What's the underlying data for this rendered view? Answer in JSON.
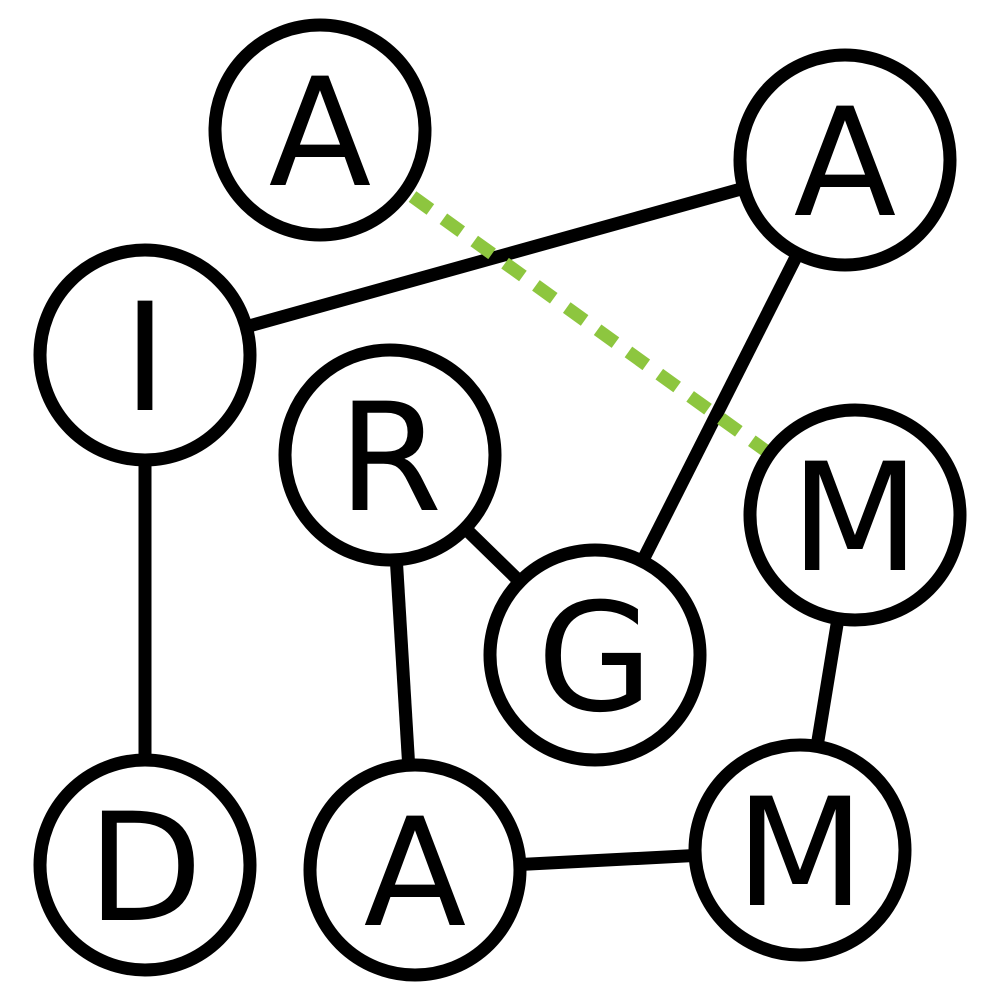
{
  "diagram": {
    "type": "graph",
    "colors": {
      "node_stroke": "#000000",
      "node_fill": "#ffffff",
      "edge": "#000000",
      "highlight_edge": "#8dc63f"
    },
    "nodes": [
      {
        "id": "n1",
        "label": "A"
      },
      {
        "id": "n2",
        "label": "A"
      },
      {
        "id": "n3",
        "label": "I"
      },
      {
        "id": "n4",
        "label": "R"
      },
      {
        "id": "n5",
        "label": "M"
      },
      {
        "id": "n6",
        "label": "G"
      },
      {
        "id": "n7",
        "label": "D"
      },
      {
        "id": "n8",
        "label": "A"
      },
      {
        "id": "n9",
        "label": "M"
      }
    ],
    "edges": [
      {
        "from": "n3",
        "to": "n2",
        "style": "solid"
      },
      {
        "from": "n2",
        "to": "n6",
        "style": "solid"
      },
      {
        "from": "n4",
        "to": "n6",
        "style": "solid"
      },
      {
        "from": "n4",
        "to": "n8",
        "style": "solid"
      },
      {
        "from": "n3",
        "to": "n7",
        "style": "solid"
      },
      {
        "from": "n8",
        "to": "n9",
        "style": "solid"
      },
      {
        "from": "n5",
        "to": "n9",
        "style": "solid"
      },
      {
        "from": "n1",
        "to": "n5",
        "style": "dashed"
      }
    ]
  }
}
